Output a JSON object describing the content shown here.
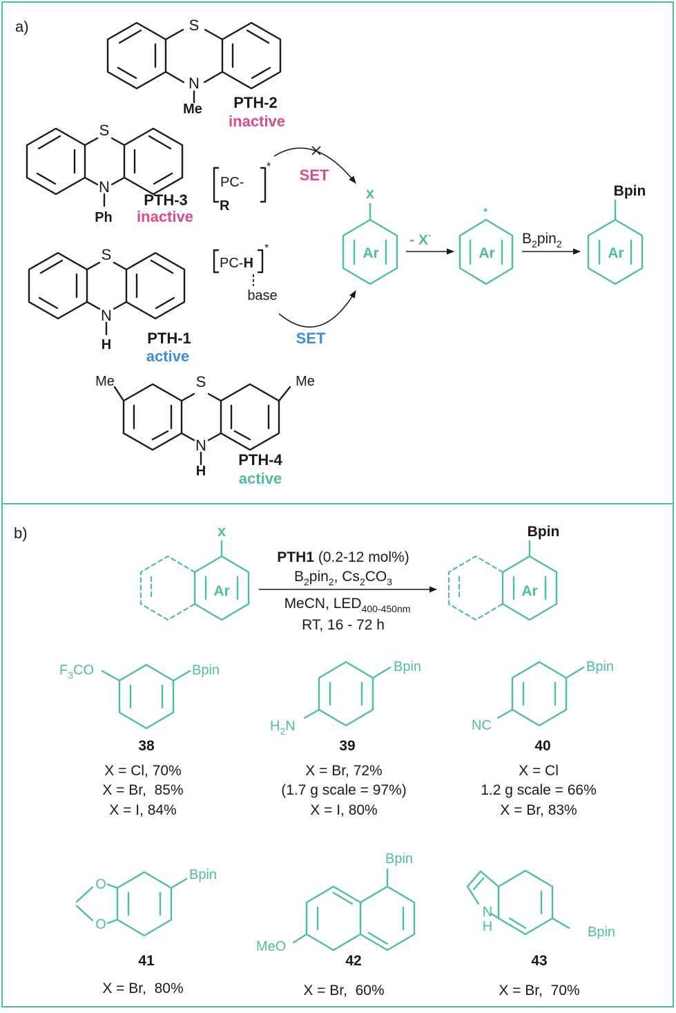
{
  "colors": {
    "frame": "#4dbf9f",
    "green": "#4dbf9f",
    "pink": "#d94b8d",
    "blue": "#3b8fd6",
    "black": "#1a1a1a"
  },
  "panel_a": {
    "label": "a)",
    "structures": {
      "pth2": {
        "name": "PTH-2",
        "status": "inactive",
        "S": "S",
        "N": "N",
        "sub": "Me"
      },
      "pth3": {
        "name": "PTH-3",
        "status": "inactive",
        "S": "S",
        "N": "N",
        "sub": "Ph"
      },
      "pth1": {
        "name": "PTH-1",
        "status": "active",
        "S": "S",
        "N": "N",
        "sub": "H"
      },
      "pth4": {
        "name": "PTH-4",
        "status": "active",
        "S": "S",
        "N": "N",
        "sub": "H",
        "me_left": "Me",
        "me_right": "Me"
      }
    },
    "mechanism": {
      "pc_r_top": "PC-",
      "pc_r_bottom": "R",
      "pc_h_prefix": "PC-",
      "pc_h_bold": "H",
      "star": "*",
      "base": "base",
      "set_top": "SET",
      "set_bottom": "SET",
      "halide": "x",
      "ar": "Ar",
      "loss_main": "- X",
      "loss_sup": "-",
      "radical": "·",
      "reagent_b": "B",
      "reagent_sub": "2",
      "reagent_rest": "pin",
      "product": "Bpin"
    }
  },
  "panel_b": {
    "label": "b)",
    "reaction": {
      "sub_x": "x",
      "ar": "Ar",
      "catalyst_bold": "PTH1",
      "catalyst_rest": " (0.2-12 mol%)",
      "line2_a": "B",
      "line2_sub1": "2",
      "line2_b": "pin",
      "line2_sub2": "2",
      "line2_c": ", Cs",
      "line2_sub3": "2",
      "line2_d": "CO",
      "line2_sub4": "3",
      "line3_a": "MeCN, LED",
      "line3_sub": "400-450nm",
      "line4": "RT, 16 - 72 h",
      "product": "Bpin"
    },
    "compounds": [
      {
        "id": "38",
        "subst_main": "F",
        "subst_sub": "3",
        "subst_rest": "CO",
        "bpin": "Bpin",
        "lines": [
          "X = Cl, 70%",
          "X = Br,  85%",
          "X = I, 84%"
        ]
      },
      {
        "id": "39",
        "subst_main": "H",
        "subst_sub": "2",
        "subst_rest": "N",
        "bpin": "Bpin",
        "lines": [
          "X = Br, 72%",
          "(1.7 g scale = 97%)",
          "X = I, 80%"
        ]
      },
      {
        "id": "40",
        "subst_main": "NC",
        "bpin": "Bpin",
        "lines": [
          "X = Cl",
          "1.2 g scale = 66%",
          "X = Br, 83%"
        ]
      },
      {
        "id": "41",
        "o1": "O",
        "o2": "O",
        "bpin": "Bpin",
        "lines": [
          "X = Br,  80%"
        ]
      },
      {
        "id": "42",
        "subst_main": "MeO",
        "bpin": "Bpin",
        "lines": [
          "X = Br,  60%"
        ]
      },
      {
        "id": "43",
        "nh_n": "N",
        "nh_h": "H",
        "bpin": "Bpin",
        "lines": [
          "X = Br,  70%"
        ]
      }
    ]
  }
}
